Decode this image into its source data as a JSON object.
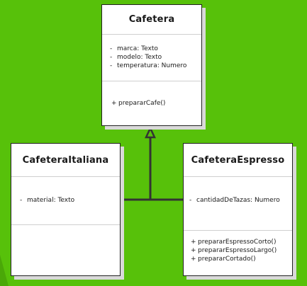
{
  "colors": {
    "background": "#57c10a",
    "class_fill": "#ffffff",
    "border": "#222222",
    "connector": "#333333"
  },
  "classes": [
    {
      "name": "Cafetera",
      "attributes": [
        {
          "visibility": "-",
          "text": "marca: Texto"
        },
        {
          "visibility": "-",
          "text": "modelo: Texto"
        },
        {
          "visibility": "-",
          "text": "temperatura: Numero"
        }
      ],
      "methods": [
        {
          "visibility": "+",
          "text": "prepararCafe()"
        }
      ]
    },
    {
      "name": "CafeteraItaliana",
      "attributes": [
        {
          "visibility": "-",
          "text": "material: Texto"
        }
      ],
      "methods": []
    },
    {
      "name": "CafeteraEspresso",
      "attributes": [
        {
          "visibility": "-",
          "text": "cantidadDeTazas: Numero"
        }
      ],
      "methods": [
        {
          "visibility": "+",
          "text": "prepararEspressoCorto()"
        },
        {
          "visibility": "+",
          "text": "prepararEspressoLargo()"
        },
        {
          "visibility": "+",
          "text": "prepararCortado()"
        }
      ]
    }
  ],
  "relationships": [
    {
      "type": "inheritance",
      "from": "CafeteraItaliana",
      "to": "Cafetera"
    },
    {
      "type": "inheritance",
      "from": "CafeteraEspresso",
      "to": "Cafetera"
    }
  ]
}
